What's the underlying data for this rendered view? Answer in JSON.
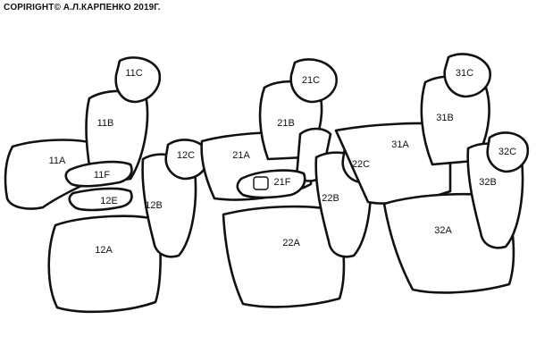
{
  "copyright": "COPIRIGHT© А.Л.КАРПЕНКО 2019Г.",
  "labels": {
    "p11C": "11C",
    "p11B": "11B",
    "p11A": "11A",
    "p11F": "11F",
    "p12E": "12E",
    "p12C": "12C",
    "p12B": "12B",
    "p12A": "12A",
    "p21C": "21C",
    "p21B": "21B",
    "p21A": "21A",
    "p21F": "21F",
    "p22C": "22C",
    "p22B": "22B",
    "p22A": "22A",
    "p31C": "31C",
    "p31B": "31B",
    "p31A": "31A",
    "p32C": "32C",
    "p32B": "32B",
    "p32A": "32A"
  },
  "colors": {
    "line": "#111111",
    "fill": "#ffffff"
  }
}
